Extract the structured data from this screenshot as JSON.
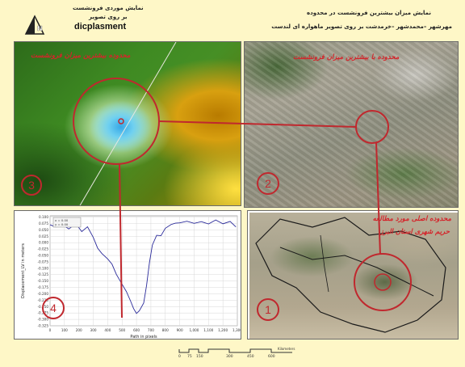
{
  "header": {
    "left_line1": "نمایش موردی فرونشست",
    "left_line2": "بر روی تصویر",
    "left_line3": "dicplasment",
    "right_line1": "نمایش میزان بیشترین فرونشست در محدوده",
    "right_line2": "مهرشهر –محمدشهر –خرمدشت بر روی تصویر ماهواره ای لندست"
  },
  "panel3": {
    "label": "محدوده بیشترین میزان فرونشست",
    "number": "3"
  },
  "panel2": {
    "label": "محدوده با بیشترین میزان فرونشست",
    "number": "2"
  },
  "panel1": {
    "label_line1": "محدوده اصلی مورد مطالعه",
    "label_line2": "حریم شهری استان البرز",
    "number": "1"
  },
  "panel4": {
    "number": "4"
  },
  "scale_bar": {
    "unit": "Kilometers",
    "ticks": [
      "0",
      "75",
      "150",
      "",
      "300",
      "",
      "450",
      "600"
    ]
  },
  "colors": {
    "background": "#fef7c7",
    "accent_red": "#c0282e",
    "profile_line": "#2a2a9a"
  },
  "chart_data": {
    "type": "line",
    "xlabel": "Path in pixels",
    "ylabel": "Displacement_LV in meters",
    "legend": [
      "x = 0.00",
      "y = 0.00"
    ],
    "xlim": [
      0,
      1300
    ],
    "ylim": [
      -0.325,
      0.105
    ],
    "x_ticks": [
      "0",
      "100",
      "200",
      "300",
      "400",
      "500",
      "600",
      "700",
      "800",
      "900",
      "1,000",
      "1,100",
      "1,200",
      "1,300"
    ],
    "y_ticks": [
      "0.100",
      "0.075",
      "0.050",
      "0.025",
      "0.000",
      "-0.025",
      "-0.050",
      "-0.075",
      "-0.100",
      "-0.125",
      "-0.150",
      "-0.175",
      "-0.200",
      "-0.225",
      "-0.250",
      "-0.275",
      "-0.300",
      "-0.325"
    ],
    "series": [
      {
        "x": [
          0,
          40,
          80,
          130,
          180,
          220,
          260,
          300,
          330,
          360,
          400,
          430,
          460,
          500,
          530,
          560,
          580,
          600,
          620,
          650,
          670,
          690,
          710,
          740,
          770,
          800,
          840,
          870,
          900,
          950,
          1000,
          1050,
          1100,
          1150,
          1200,
          1250,
          1290
        ],
        "y": [
          0.07,
          0.06,
          0.07,
          0.05,
          0.07,
          0.04,
          0.06,
          0.02,
          -0.02,
          -0.04,
          -0.06,
          -0.08,
          -0.12,
          -0.16,
          -0.19,
          -0.23,
          -0.26,
          -0.28,
          -0.27,
          -0.24,
          -0.17,
          -0.08,
          -0.01,
          0.03,
          0.03,
          0.06,
          0.075,
          0.08,
          0.08,
          0.085,
          0.075,
          0.08,
          0.07,
          0.085,
          0.07,
          0.08,
          0.06
        ]
      }
    ]
  }
}
